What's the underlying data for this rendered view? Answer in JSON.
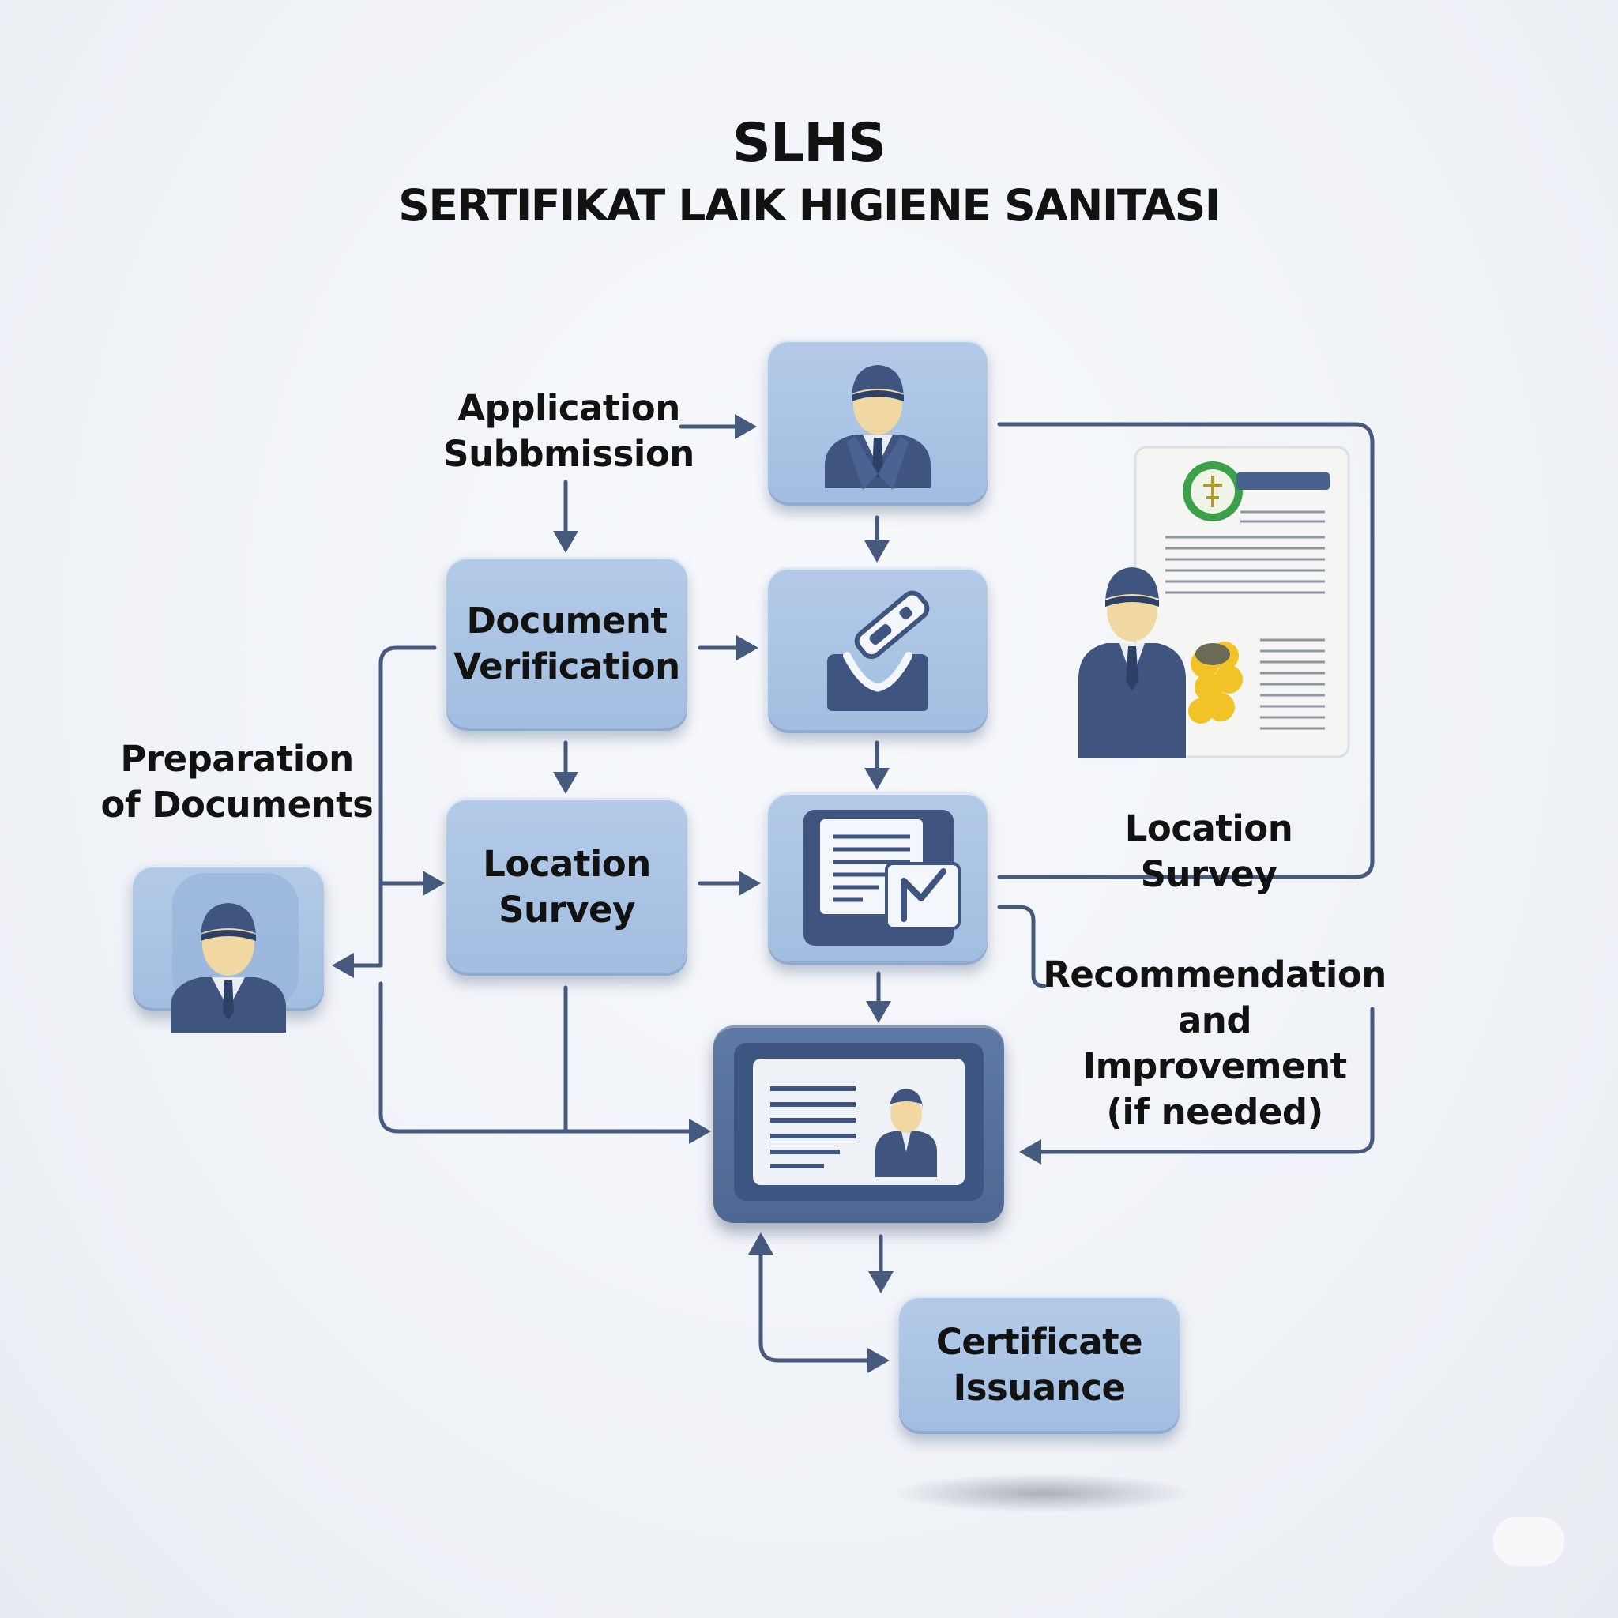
{
  "title": {
    "line1": "SLHS",
    "line2": "SERTIFIKAT LAIK HIGIENE SANITASI"
  },
  "labels": {
    "application_submission": "Application\nSubbmission",
    "document_verification": "Document\nVerification",
    "preparation_of_documents": "Preparation\nof Documents",
    "location_survey_box": "Location\nSurvey",
    "location_survey_side": "Location Survey",
    "recommendation": "Recommendation\nand\nImprovement\n(if needed)",
    "certificate_issuance": "Certificate\nIssuance"
  },
  "icons": {
    "officer": "person-officer-icon",
    "stamp": "stamp-approval-icon",
    "document_check": "document-check-icon",
    "id_card": "id-card-icon",
    "certificate": "certificate-document-icon"
  },
  "colors": {
    "box_light": "#a9c3e4",
    "box_dark": "#546f9a",
    "connector": "#465a7d",
    "suit": "#3f5580",
    "skin": "#f1d8a3"
  }
}
